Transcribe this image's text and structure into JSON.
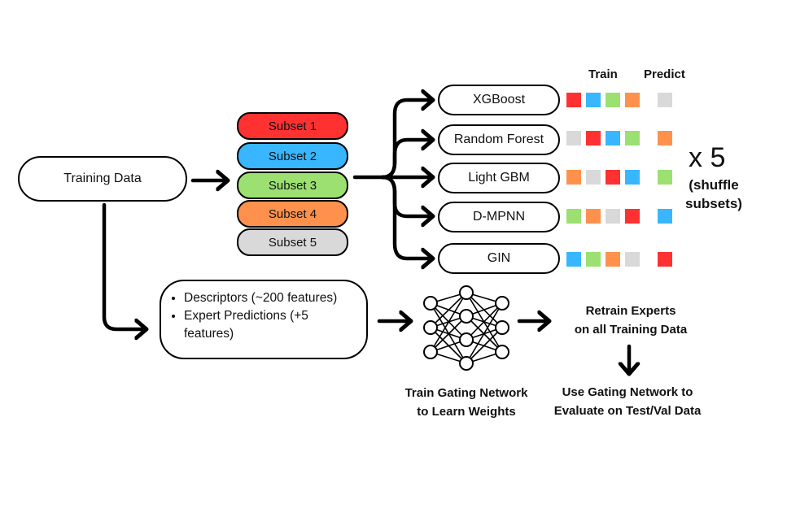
{
  "training_data": "Training Data",
  "subsets": [
    {
      "label": "Subset 1",
      "color": "#FF3131"
    },
    {
      "label": "Subset 2",
      "color": "#38B6FF"
    },
    {
      "label": "Subset 3",
      "color": "#9BE071"
    },
    {
      "label": "Subset 4",
      "color": "#FF914D"
    },
    {
      "label": "Subset 5",
      "color": "#D9D9D9"
    }
  ],
  "headers": {
    "train": "Train",
    "predict": "Predict"
  },
  "models": [
    {
      "label": "XGBoost",
      "train": [
        "#FF3131",
        "#38B6FF",
        "#9BE071",
        "#FF914D"
      ],
      "predict": "#D9D9D9"
    },
    {
      "label": "Random Forest",
      "train": [
        "#D9D9D9",
        "#FF3131",
        "#38B6FF",
        "#9BE071"
      ],
      "predict": "#FF914D"
    },
    {
      "label": "Light GBM",
      "train": [
        "#FF914D",
        "#D9D9D9",
        "#FF3131",
        "#38B6FF"
      ],
      "predict": "#9BE071"
    },
    {
      "label": "D-MPNN",
      "train": [
        "#9BE071",
        "#FF914D",
        "#D9D9D9",
        "#FF3131"
      ],
      "predict": "#38B6FF"
    },
    {
      "label": "GIN",
      "train": [
        "#38B6FF",
        "#9BE071",
        "#FF914D",
        "#D9D9D9"
      ],
      "predict": "#FF3131"
    }
  ],
  "repeat": {
    "times": "x 5",
    "note_line1": "(shuffle",
    "note_line2": "subsets)"
  },
  "features": [
    "Descriptors (~200 features)",
    "Expert Predictions (+5 features)"
  ],
  "gating": {
    "line1": "Train Gating Network",
    "line2": "to Learn Weights"
  },
  "retrain": {
    "line1": "Retrain Experts",
    "line2": "on all Training Data"
  },
  "evaluate": {
    "line1": "Use Gating Network to",
    "line2": "Evaluate on Test/Val Data"
  }
}
